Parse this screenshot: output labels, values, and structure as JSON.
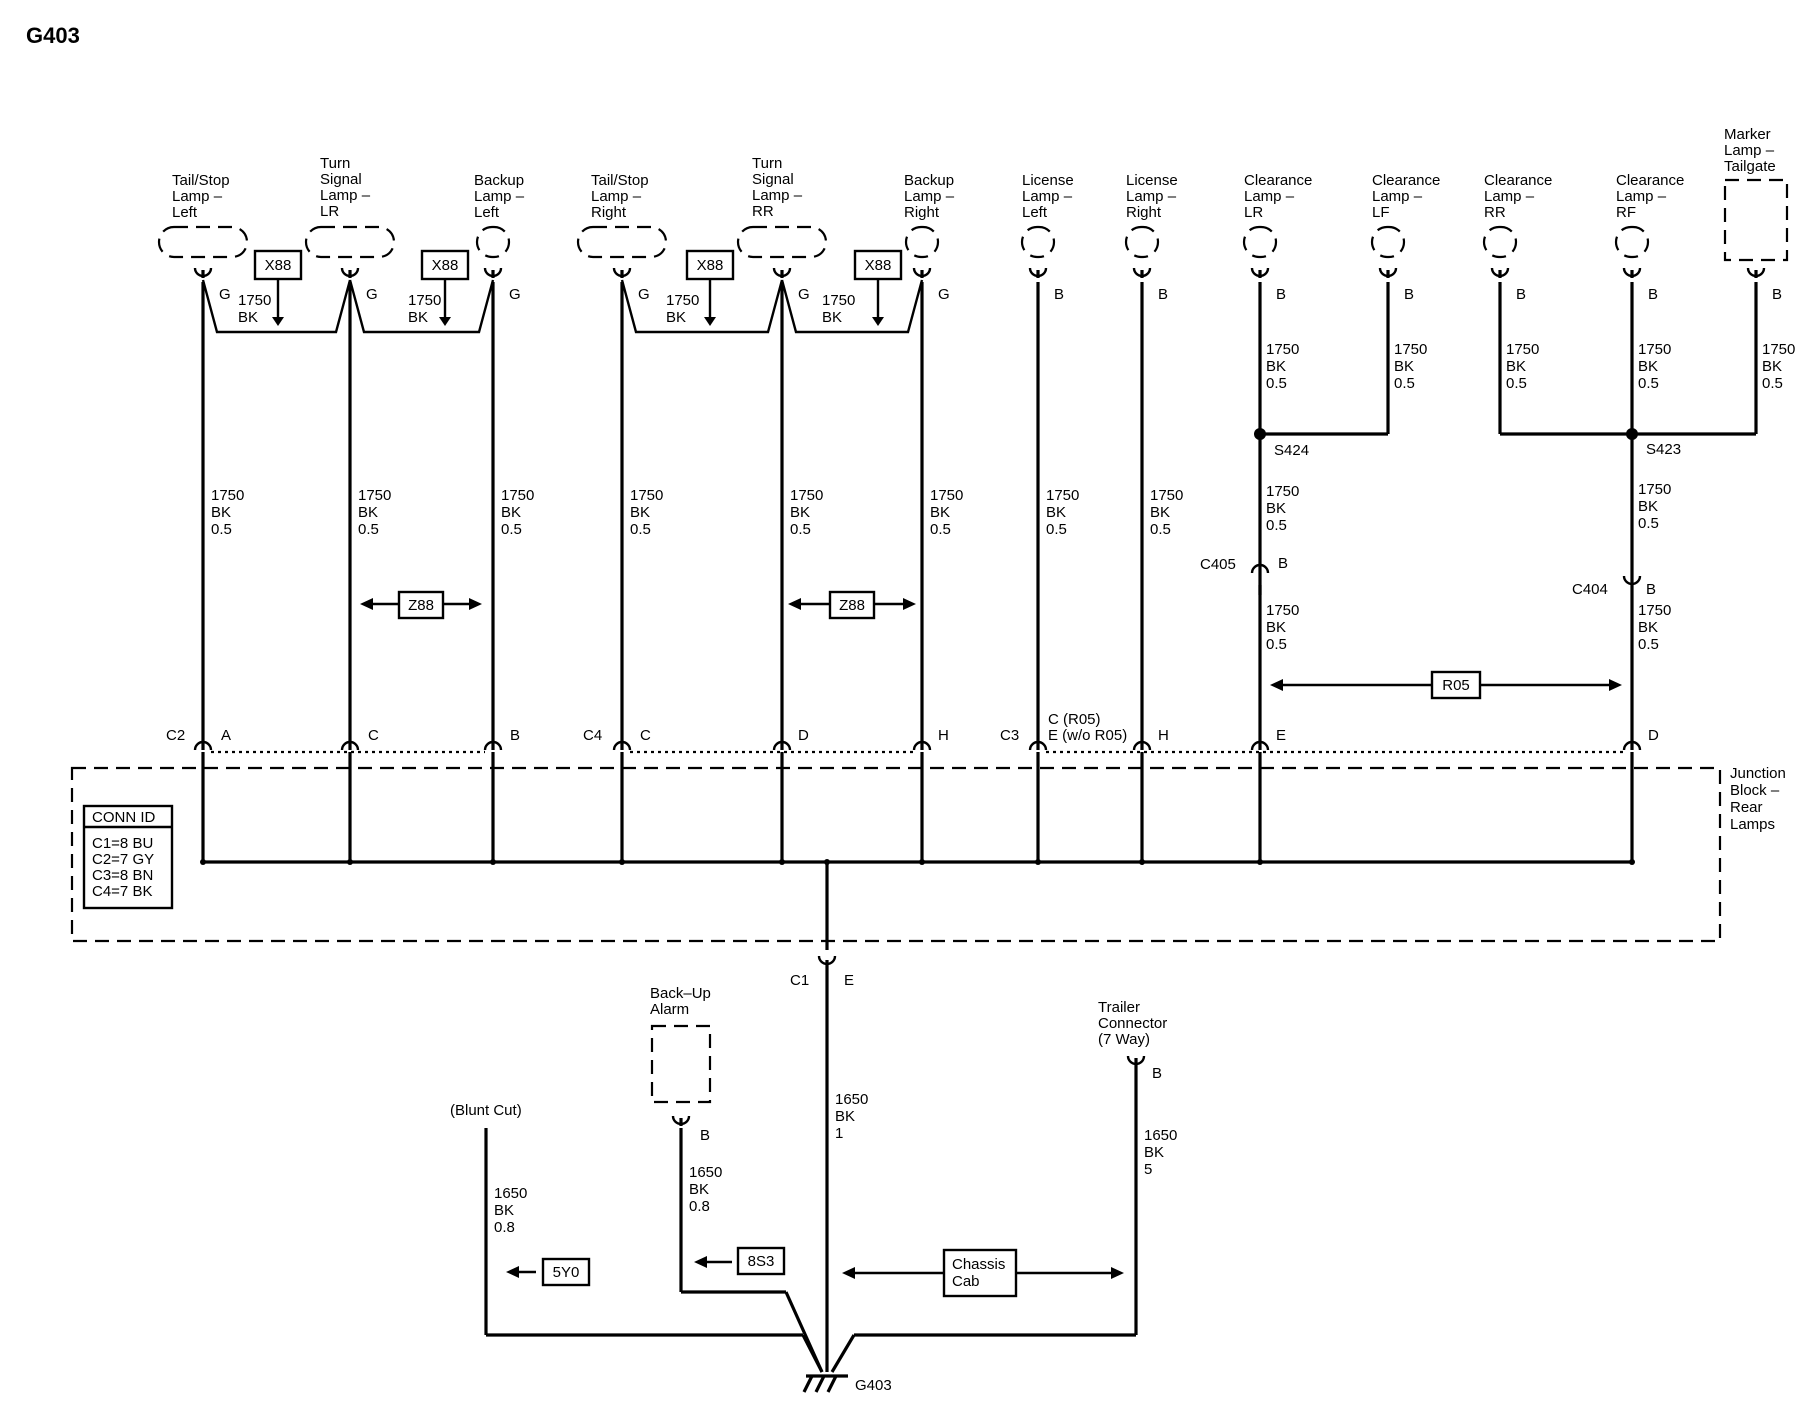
{
  "title": "G403",
  "components": [
    {
      "id": "tsl",
      "label": [
        "Tail/Stop",
        "Lamp –",
        "Left"
      ],
      "pin": "G"
    },
    {
      "id": "tslr",
      "label": [
        "Turn",
        "Signal",
        "Lamp –",
        "LR"
      ],
      "pin": "G"
    },
    {
      "id": "bul",
      "label": [
        "Backup",
        "Lamp –",
        "Left"
      ],
      "pin": "G"
    },
    {
      "id": "tsr",
      "label": [
        "Tail/Stop",
        "Lamp –",
        "Right"
      ],
      "pin": "G"
    },
    {
      "id": "tsrr",
      "label": [
        "Turn",
        "Signal",
        "Lamp –",
        "RR"
      ],
      "pin": "G"
    },
    {
      "id": "bur",
      "label": [
        "Backup",
        "Lamp –",
        "Right"
      ],
      "pin": "G"
    },
    {
      "id": "lll",
      "label": [
        "License",
        "Lamp –",
        "Left"
      ],
      "pin": "B"
    },
    {
      "id": "llr",
      "label": [
        "License",
        "Lamp –",
        "Right"
      ],
      "pin": "B"
    },
    {
      "id": "cllr",
      "label": [
        "Clearance",
        "Lamp –",
        "LR"
      ],
      "pin": "B"
    },
    {
      "id": "cllf",
      "label": [
        "Clearance",
        "Lamp –",
        "LF"
      ],
      "pin": "B"
    },
    {
      "id": "clrr",
      "label": [
        "Clearance",
        "Lamp –",
        "RR"
      ],
      "pin": "B"
    },
    {
      "id": "clrf",
      "label": [
        "Clearance",
        "Lamp –",
        "RF"
      ],
      "pin": "B"
    },
    {
      "id": "mlt",
      "label": [
        "Marker",
        "Lamp –",
        "Tailgate"
      ],
      "pin": "B"
    }
  ],
  "wire_std": [
    "1750",
    "BK",
    "0.5"
  ],
  "wire_short": [
    "1750",
    "BK"
  ],
  "options": {
    "x88": "X88",
    "z88": "Z88",
    "r05": "R05",
    "5y0": "5Y0",
    "8s3": "8S3",
    "chassis": [
      "Chassis",
      "Cab"
    ]
  },
  "splices": {
    "s424": "S424",
    "s423": "S423"
  },
  "inline_connectors": {
    "c405": "C405",
    "c405_pin": "B",
    "c404": "C404",
    "c404_pin": "B"
  },
  "junction_connectors": {
    "c2": "C2",
    "c4": "C4",
    "c3": "C3",
    "c1": "C1",
    "pins": {
      "a": "A",
      "c1": "C",
      "b1": "B",
      "c2": "C",
      "d1": "D",
      "h1": "H",
      "c3": "C (R05)",
      "e3": "E (w/o R05)",
      "h3": "H",
      "e4": "E",
      "d4": "D",
      "e_c1": "E"
    }
  },
  "junction_block": [
    "Junction",
    "Block –",
    "Rear",
    "Lamps"
  ],
  "conn_id": {
    "header": "CONN ID",
    "rows": [
      "C1=8 BU",
      "C2=7 GY",
      "C3=8 BN",
      "C4=7 BK"
    ]
  },
  "lower": {
    "blunt_cut": "(Blunt Cut)",
    "backup_alarm": [
      "Back–Up",
      "Alarm"
    ],
    "backup_alarm_pin": "B",
    "trailer": [
      "Trailer",
      "Connector",
      "(7 Way)"
    ],
    "trailer_pin": "B",
    "wire_blunt": [
      "1650",
      "BK",
      "0.8"
    ],
    "wire_alarm": [
      "1650",
      "BK",
      "0.8"
    ],
    "wire_main": [
      "1650",
      "BK",
      "1"
    ],
    "wire_trailer": [
      "1650",
      "BK",
      "5"
    ],
    "ground": "G403"
  }
}
